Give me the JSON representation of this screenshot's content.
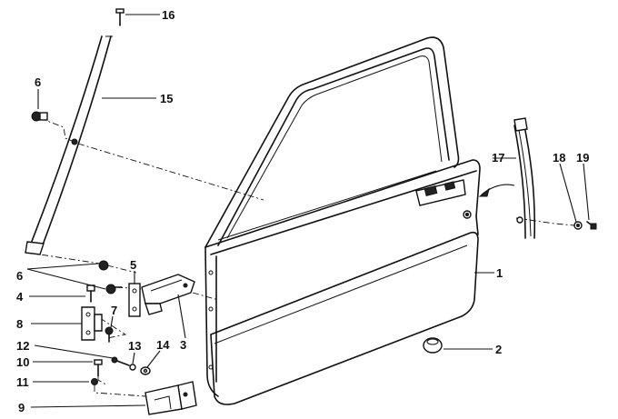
{
  "diagram": {
    "callouts": [
      {
        "id": "c1",
        "label": "1"
      },
      {
        "id": "c2",
        "label": "2"
      },
      {
        "id": "c3",
        "label": "3"
      },
      {
        "id": "c4",
        "label": "4"
      },
      {
        "id": "c5",
        "label": "5"
      },
      {
        "id": "c6a",
        "label": "6"
      },
      {
        "id": "c6b",
        "label": "6"
      },
      {
        "id": "c7",
        "label": "7"
      },
      {
        "id": "c8",
        "label": "8"
      },
      {
        "id": "c9",
        "label": "9"
      },
      {
        "id": "c10",
        "label": "10"
      },
      {
        "id": "c11",
        "label": "11"
      },
      {
        "id": "c12",
        "label": "12"
      },
      {
        "id": "c13",
        "label": "13"
      },
      {
        "id": "c14",
        "label": "14"
      },
      {
        "id": "c15",
        "label": "15"
      },
      {
        "id": "c16",
        "label": "16"
      },
      {
        "id": "c17",
        "label": "17"
      },
      {
        "id": "c18",
        "label": "18"
      },
      {
        "id": "c19",
        "label": "19"
      }
    ]
  }
}
